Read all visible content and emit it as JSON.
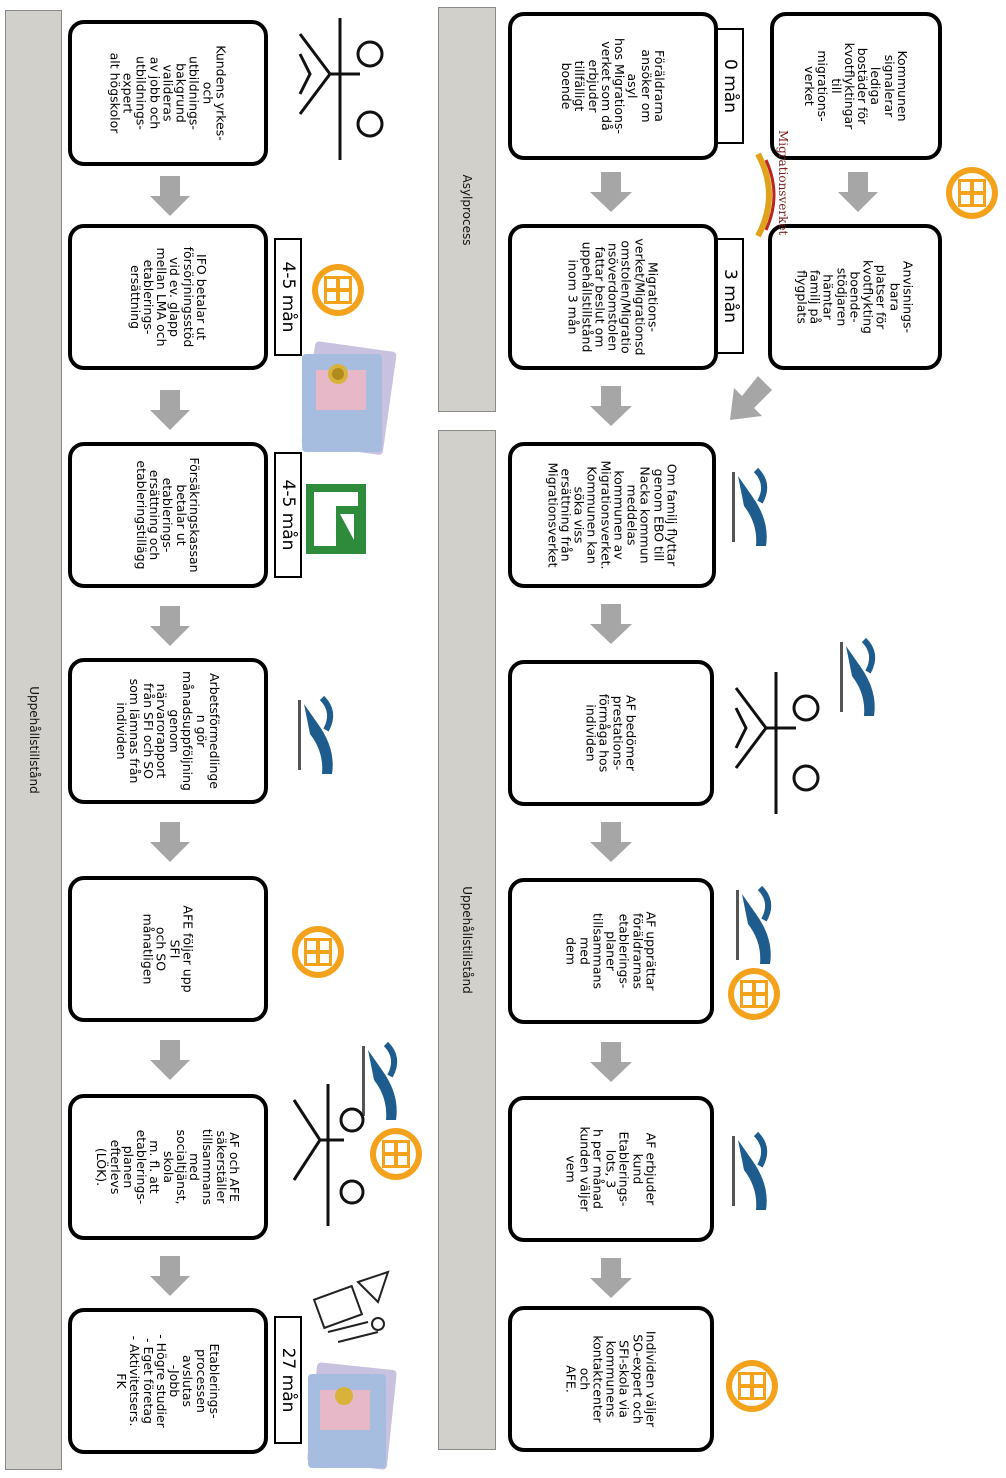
{
  "bands": {
    "left": "Uppehållstillstånd",
    "right_top": "Asylprocess",
    "right_bottom": "Uppehållstillstånd"
  },
  "boxes": {
    "kommunen_signalerar": "Kommunen\nsignalerar lediga\nbostäder för\nkvotflyktingar till\nmigrations-verket",
    "anvisnings_bara": "Anvisnings-bara\nplatser för\nkvotflykting\nboende-stödjaren\nhämtar familj på\nflygplats",
    "foraldrarna_ansoker": "Föräldrarna\nansöker om asyl\nhos Migrations-\nverket som då\nerbjuder tillfälligt\nboende",
    "migrationsverket_beslut": "Migrations-\nverket/Migrationsd\nomstolen/Migratio\nnsöverdomstolen\nfattar beslut om\nuppehållstillstånd\ninom 3 mån",
    "om_familj_flyttar": "Om familj flyttar\ngenom EBO till\nNacka kommun\nmeddelas\nkommunen av\nMigrationsverket.\nKommunen kan\nsöka viss\nersättning från\nMigrationsverket",
    "af_bedomer": "AF bedömer\nprestations-\nförmåga hos\nindividen",
    "af_upprattar": "AF upprättar\nföräldrarnas\netablerings-planer\ntillsammans med\ndem",
    "af_erbjuder": "AF erbjuder kund\nEtablerings-lots, 3\nh per månad\nkunden väljer vem",
    "individen_valjer": "Individen väljer\nSO-expert och\nSFI-skola via\nkommunens\nkontaktcenter och\nAFE.",
    "kundens_yrkes": "Kundens yrkes-\noch utbildnings-\nbakgrund valideras\nav jobb och\nutbildnings-expert\nalt högskolor",
    "ifo_betalar": "IFO betalar ut\nförsörjningsstöd\nvid ev. glapp\nmellan LMA och\netablerings-\nersättning",
    "forsakringskassan": "Försäkringskassan\nbetalar ut\netablerings-\nersättning och\netableringstillägg",
    "arbetsformedlingen_gor": "Arbetsförmedlinge\nn gör\nmånadsuppföljning\ngenom\nnärvarorapport\nfrån SFI och SO\nsom lämnas från\nindividen",
    "afe_foljer": "AFE följer upp SFI\noch SO månatligen",
    "af_och_afe": "AF och AFE\nsäkerställer\ntillsammans med\nsocialtjänst, skola\nm. fl. att\netablerings-planen\nefterlevs (LÖK).",
    "etablerings_avslutas": "Etablerings-\nprocessen avslutas\n-Jobb\n- Högre studier\n- Eget företag\n- Aktivitetsers. FK"
  },
  "tags": {
    "t0": "0 mån",
    "t3": "3 mån",
    "t45a": "4-5 mån",
    "t45b": "4-5 mån",
    "t27": "27 mån"
  },
  "logo_text": {
    "migrationsverket": "Migrationsverket"
  },
  "colors": {
    "band": "#d2d0cb",
    "arrow": "#a6a6a6",
    "nacka_orange": "#f4a21c",
    "af_blue": "#1d5c8c",
    "fk_green": "#2e8b3b"
  }
}
